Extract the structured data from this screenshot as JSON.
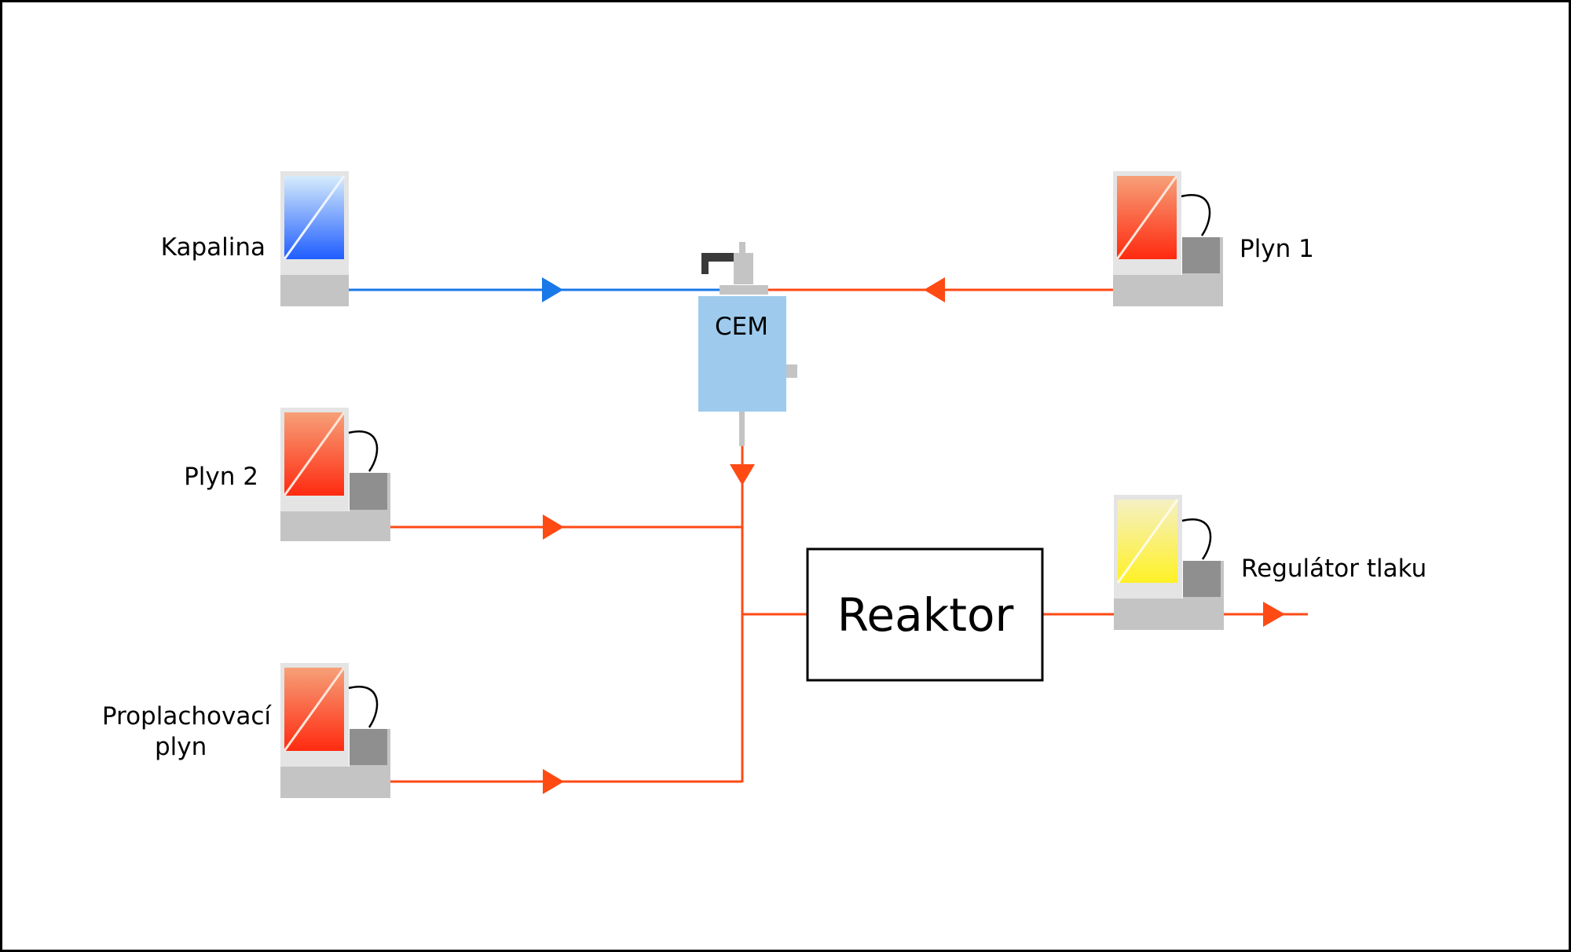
{
  "labels": {
    "kapalina": "Kapalina",
    "plyn1": "Plyn 1",
    "plyn2": "Plyn 2",
    "proplach_line1": "Proplachovací",
    "proplach_line2": "plyn",
    "regulator": "Regulátor tlaku",
    "cem": "CEM",
    "reaktor": "Reaktor"
  },
  "colors": {
    "liquid_line": "#1a78e8",
    "gas_line": "#ff4a14",
    "cem_body": "#9ecbed",
    "device_base": "#c4c4c4",
    "device_frame": "#e4e4e4",
    "sensor_box": "#8f8f8f"
  }
}
